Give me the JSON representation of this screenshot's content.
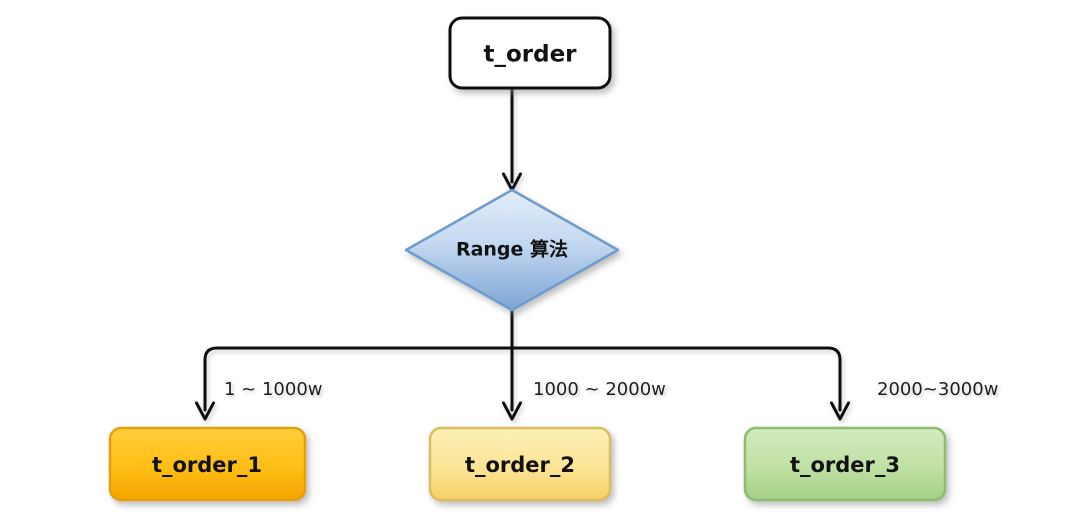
{
  "diagram": {
    "type": "flowchart",
    "title_node": {
      "id": "root",
      "label": "t_order",
      "shape": "rounded-rectangle",
      "fill": "#ffffff",
      "stroke": "#111111"
    },
    "decision_node": {
      "id": "range-algorithm",
      "label": "Range 算法",
      "shape": "diamond",
      "fill_top": "#dbe6f6",
      "fill_bottom": "#7ea6d6",
      "stroke": "#6f9ccd"
    },
    "leaf_nodes": [
      {
        "id": "t-order-1",
        "label": "t_order_1",
        "shape": "rounded-rectangle",
        "fill_top": "#ffc926",
        "fill_bottom": "#f5a800",
        "stroke": "#e09a00"
      },
      {
        "id": "t-order-2",
        "label": "t_order_2",
        "shape": "rounded-rectangle",
        "fill_top": "#fdeeae",
        "fill_bottom": "#f7d268",
        "stroke": "#d9b65a"
      },
      {
        "id": "t-order-3",
        "label": "t_order_3",
        "shape": "rounded-rectangle",
        "fill_top": "#cfe7b6",
        "fill_bottom": "#a7d189",
        "stroke": "#86b86a"
      }
    ],
    "edge_labels": [
      {
        "id": "range-1",
        "text": "1 ~ 1000w"
      },
      {
        "id": "range-2",
        "text": "1000 ~ 2000w"
      },
      {
        "id": "range-3",
        "text": "2000~3000w"
      }
    ],
    "connectors": {
      "style": "orthogonal",
      "arrow_head": "open-v",
      "stroke": "#0d0d0d"
    }
  }
}
